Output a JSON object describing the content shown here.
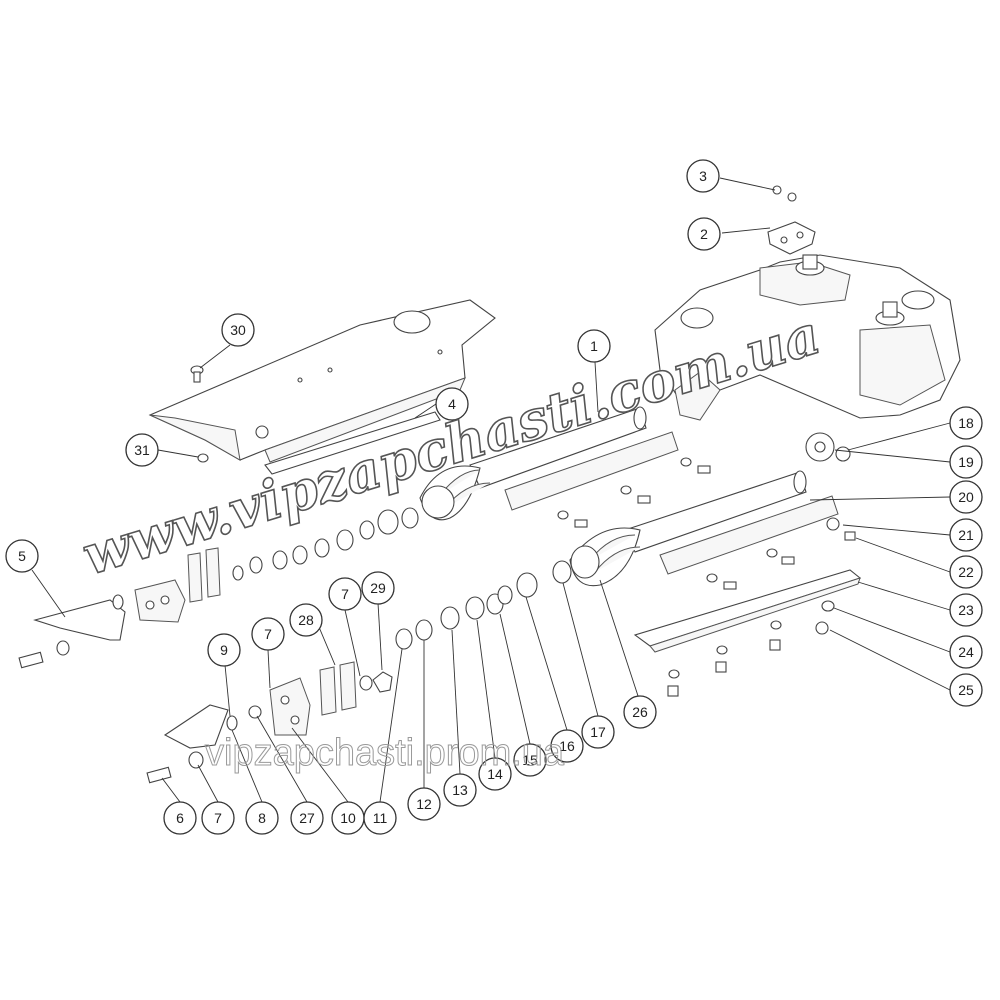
{
  "callouts": [
    {
      "id": "c1",
      "label": "1"
    },
    {
      "id": "c2",
      "label": "2"
    },
    {
      "id": "c3",
      "label": "3"
    },
    {
      "id": "c4",
      "label": "4"
    },
    {
      "id": "c5",
      "label": "5"
    },
    {
      "id": "c6",
      "label": "6"
    },
    {
      "id": "c7a",
      "label": "7"
    },
    {
      "id": "c7b",
      "label": "7"
    },
    {
      "id": "c7c",
      "label": "7"
    },
    {
      "id": "c8",
      "label": "8"
    },
    {
      "id": "c9",
      "label": "9"
    },
    {
      "id": "c10",
      "label": "10"
    },
    {
      "id": "c11",
      "label": "11"
    },
    {
      "id": "c12",
      "label": "12"
    },
    {
      "id": "c13",
      "label": "13"
    },
    {
      "id": "c14",
      "label": "14"
    },
    {
      "id": "c15",
      "label": "15"
    },
    {
      "id": "c16",
      "label": "16"
    },
    {
      "id": "c17",
      "label": "17"
    },
    {
      "id": "c18",
      "label": "18"
    },
    {
      "id": "c19",
      "label": "19"
    },
    {
      "id": "c20",
      "label": "20"
    },
    {
      "id": "c21",
      "label": "21"
    },
    {
      "id": "c22",
      "label": "22"
    },
    {
      "id": "c23",
      "label": "23"
    },
    {
      "id": "c24",
      "label": "24"
    },
    {
      "id": "c25",
      "label": "25"
    },
    {
      "id": "c26",
      "label": "26"
    },
    {
      "id": "c27",
      "label": "27"
    },
    {
      "id": "c28",
      "label": "28"
    },
    {
      "id": "c29",
      "label": "29"
    },
    {
      "id": "c30",
      "label": "30"
    },
    {
      "id": "c31",
      "label": "31"
    }
  ],
  "watermarks": {
    "main": "www.vipzapchasti.com.ua",
    "secondary": "vipzapchasti.prom.ua"
  }
}
